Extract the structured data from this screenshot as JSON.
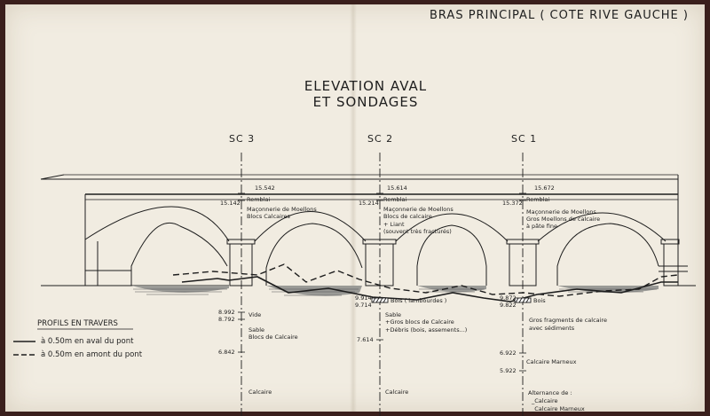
{
  "header": {
    "title": "BRAS PRINCIPAL ( COTE RIVE GAUCHE )"
  },
  "drawing": {
    "title_line1": "ELEVATION  AVAL",
    "title_line2": "ET SONDAGES"
  },
  "soundings": {
    "sc3": {
      "label": "SC 3",
      "level_top": "15.542",
      "level_remblai": "15.142",
      "remblai": "Remblai",
      "masonry1": "Maçonnerie de Moellons",
      "masonry2": "Blocs Calcaires",
      "level_vide_top": "8.992",
      "vide": "Vide",
      "level_vide_bottom": "8.792",
      "sable": "Sable",
      "blocs": "Blocs de Calcaire",
      "level_calc": "6.842",
      "calcaire": "Calcaire"
    },
    "sc2": {
      "label": "SC 2",
      "level_top": "15.614",
      "level_remblai": "15.214",
      "remblai": "Remblai",
      "masonry1": "Maçonnerie de Moellons",
      "masonry2": "Blocs de calcaire",
      "masonry3": "+ Liant",
      "masonry4": "(souvent très fracturés)",
      "level_bois_top": "9.914",
      "level_bois_bottom": "9.714",
      "bois": "Bois ( lambourdes )",
      "sable": "Sable",
      "gros_blocs": "+Gros blocs de Calcaire",
      "debris": "+Débris (bois, assements...)",
      "level_calc": "7.614",
      "calcaire": "Calcaire"
    },
    "sc1": {
      "label": "SC 1",
      "level_top": "15.672",
      "level_remblai": "15.372",
      "remblai": "Remblai",
      "masonry1": "Maçonnerie de Moellons",
      "masonry2": "Gros Moellons de calcaire",
      "masonry3": "à pâte fine",
      "level_bois_top": "9.872",
      "level_bois_bottom": "9.822",
      "bois": "Bois",
      "gros_frag1": "Gros fragments de calcaire",
      "gros_frag2": "avec sédiments",
      "level_marn": "6.922",
      "marneux": "Calcaire Marneux",
      "level_alt": "5.922",
      "alternance": "Alternance de :",
      "alt1": "_Calcaire",
      "alt2": "_Calcaire Marneux"
    }
  },
  "legend": {
    "title": "PROFILS EN TRAVERS",
    "solid": "à  0.50m  en  aval  du  pont",
    "dashed": "à  0.50m  en  amont  du  pont"
  }
}
